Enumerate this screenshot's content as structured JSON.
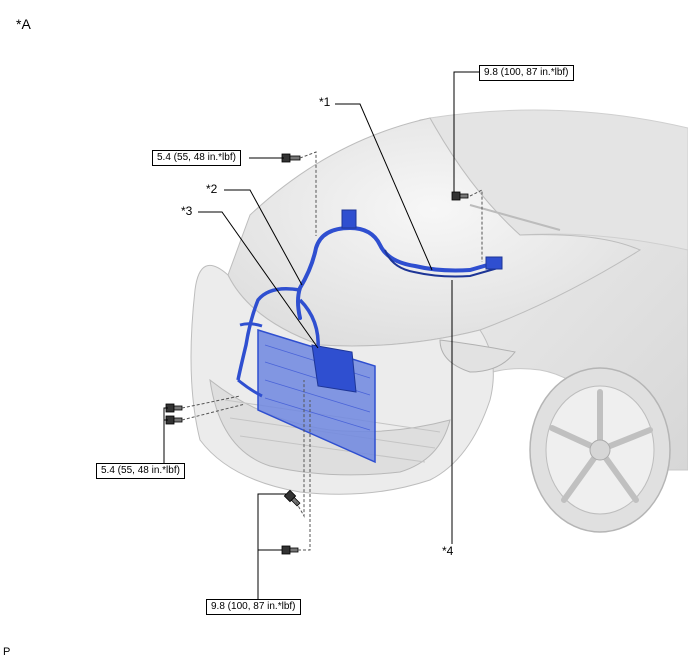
{
  "view_label": "*A",
  "figure_code": "P",
  "callouts": {
    "part1": "*1",
    "part2": "*2",
    "part3": "*3",
    "part4": "*4"
  },
  "torque_specs": {
    "top_right": "9.8 (100, 87 in.*lbf)",
    "top_left": "5.4 (55, 48 in.*lbf)",
    "left": "5.4 (55, 48 in.*lbf)",
    "bottom": "9.8 (100, 87 in.*lbf)"
  },
  "colors": {
    "car_body": "#e9e9e9",
    "car_outline": "#bdbdbd",
    "component_blue": "#2f4fd0",
    "condenser_fill": "#6f87e0"
  }
}
